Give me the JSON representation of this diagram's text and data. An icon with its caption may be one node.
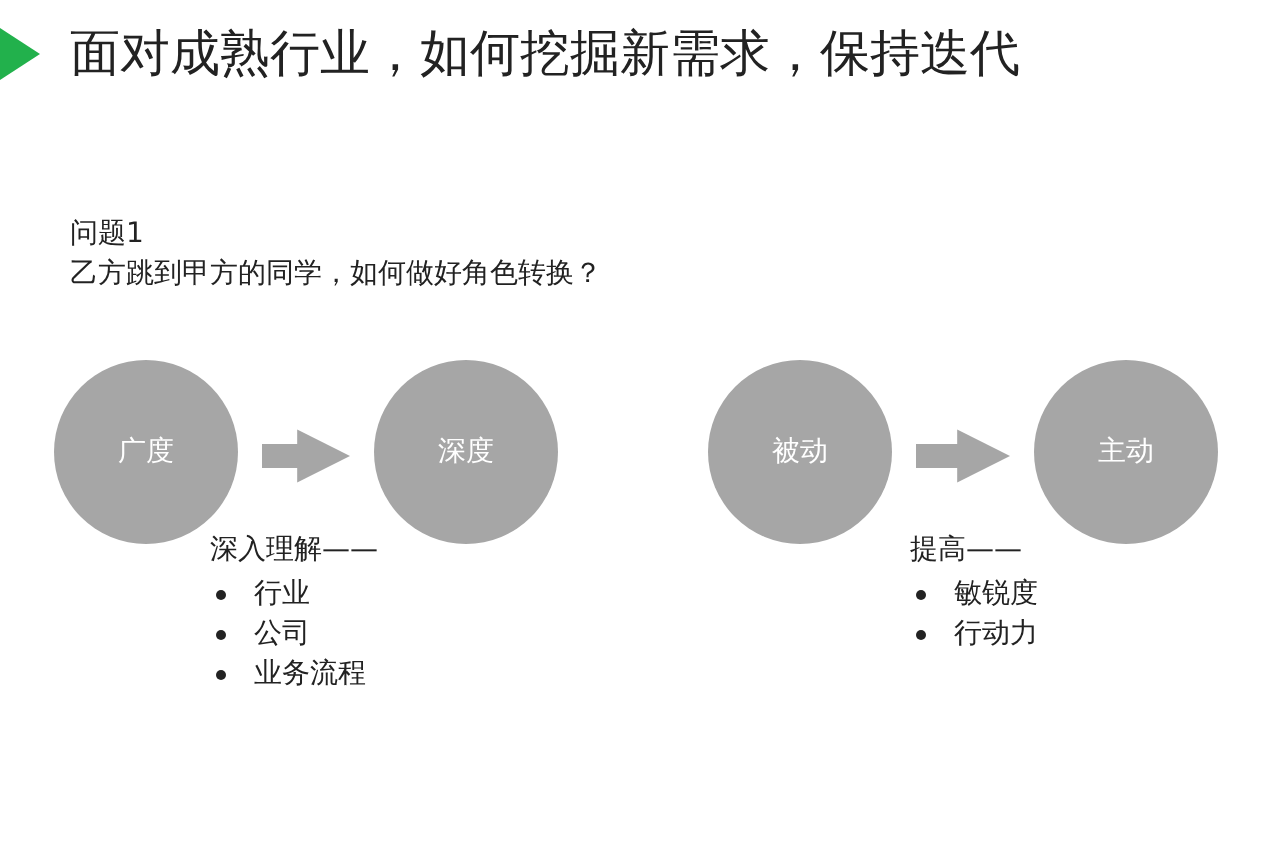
{
  "diagram": {
    "title": "面对成熟行业，如何挖掘新需求，保持迭代",
    "nodes": [
      {
        "text": [
          "广度"
        ]
      },
      {
        "text": [
          "深度"
        ]
      },
      {
        "text": [
          "被动"
        ]
      },
      {
        "text": [
          "主动"
        ]
      }
    ],
    "edges": [
      {
        "from": 0,
        "to": 1,
        "arrow": "to"
      },
      {
        "from": 2,
        "to": 3,
        "arrow": "to"
      }
    ],
    "labels": [
      "问题1",
      "乙方跳到甲方的同学，如何做好角色转换？",
      "深入理解——",
      "行业",
      "公司",
      "业务流程",
      "提高——",
      "敏锐度",
      "行动力"
    ]
  }
}
